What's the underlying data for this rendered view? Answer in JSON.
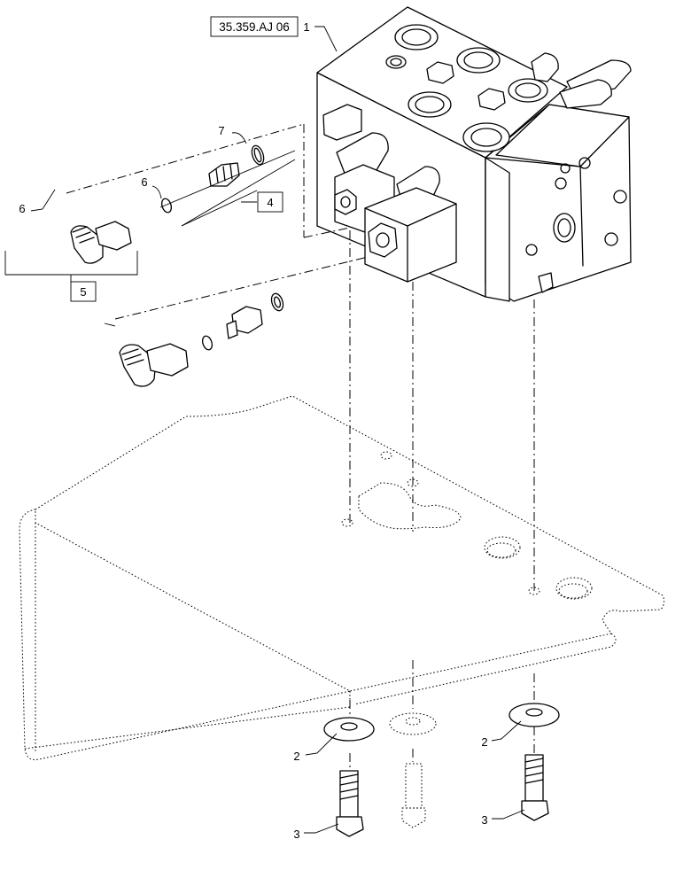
{
  "reference": "35.359.AJ 06",
  "callouts": {
    "c1": "1",
    "c2a": "2",
    "c2b": "2",
    "c3a": "3",
    "c3b": "3",
    "c4": "4",
    "c5": "5",
    "c6a": "6",
    "c6b": "6",
    "c7": "7"
  }
}
